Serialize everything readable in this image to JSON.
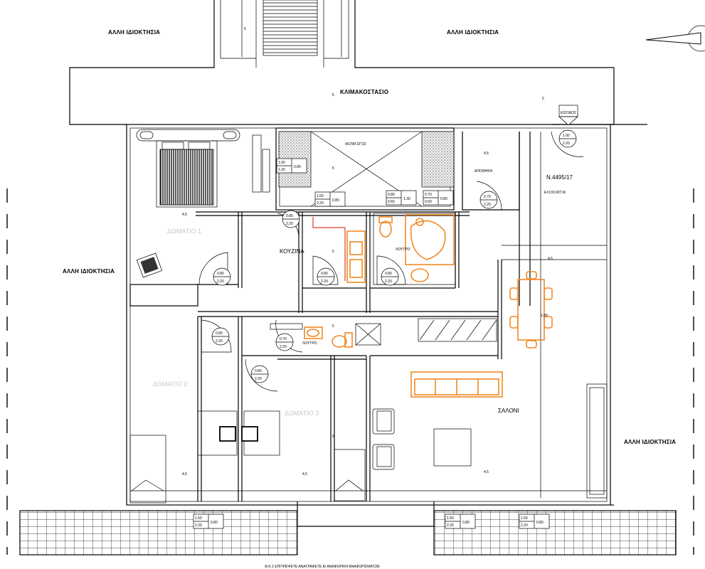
{
  "labels": {
    "street_top_left": "ΑΛΛΗ ΙΔΙΟΚΤΗΣΙΑ",
    "street_top_right": "ΑΛΛΗ ΙΔΙΟΚΤΗΣΙΑ",
    "street_left": "ΑΛΛΗ ΙΔΙΟΚΤΗΣΙΑ",
    "street_right": "ΑΛΛΗ ΙΔΙΟΚΤΗΣΙΑ",
    "stairwell": "ΚΛΙΜΑΚΟΣΤΑΣΙΟ",
    "lightwell": "ΦΩΤΑΓΩΓΟΣ",
    "storage": "ΑΠΟΘΗΚΗ",
    "kitchen": "ΚΟΥΖΙΝΑ",
    "bath_1": "ΛΟΥΤΡΟ",
    "bath_2": "ΛΟΥΤΡΟ",
    "room_1": "ΔΩΜΑΤΙΟ  1",
    "room_2": "ΔΩΜΑΤΙΟ  2",
    "room_3": "ΔΩΜΑΤΙΟ  3",
    "living": "ΣΑΛΟΝΙ",
    "apartment_no": "N.4495/17",
    "area": "E=130.00Τ.Μ.",
    "footer": "Φ.Κ.1 ΕΠΙΤΡΕΨΕΤΕ  ΑΝΑΓΡΑΦΕΤΕ ΕΙ ΑΝΑΦΟΡΙΚΗ ΑΝΑΦΟΡΙΣΜΑΤΩΝ"
  },
  "door_tags": {
    "entry": [
      "1.00",
      "2.20"
    ],
    "storage": [
      "0.70",
      "2.20"
    ],
    "kitchen": [
      "0.80",
      "2.20"
    ],
    "room1": [
      "0.80",
      "2.20"
    ],
    "kitchen_lower": [
      "0.80",
      "2.20"
    ],
    "bath1": [
      "0.80",
      "2.20"
    ],
    "room2": [
      "0.80",
      "2.20"
    ],
    "bath2": [
      "0.70",
      "2.20"
    ],
    "room3": [
      "0.80",
      "2.20"
    ]
  },
  "window_tags": {
    "w1_left": [
      "1.00",
      "1.20"
    ],
    "w1_right": "0.80",
    "w2_left": [
      "1.00",
      "2.20"
    ],
    "w2_right": "0.80",
    "w3_left": [
      "0.80",
      "0.60"
    ],
    "w3_right": "1.30",
    "w4_left": [
      "0.70",
      "0.60"
    ],
    "w4_right": "0.80",
    "w5_left": [
      "1.50",
      "2.20"
    ],
    "w5_right": "0.80",
    "w6_left": [
      "1.50",
      "2.20"
    ],
    "w6_right": "0.80",
    "w7_left": [
      "1.50",
      "2.20"
    ],
    "w7_right": "0.80",
    "entry_sign": "ΕΙΣΟΔΟΣ"
  },
  "dims": {
    "d_small": "5",
    "d_ticks": "4,5",
    "table_len": "1.80"
  },
  "colors": {
    "wall": "#000000",
    "furniture_highlight": "#f08a24",
    "pipe": "#e23b2a",
    "faint_label": "#c9c9c9"
  }
}
